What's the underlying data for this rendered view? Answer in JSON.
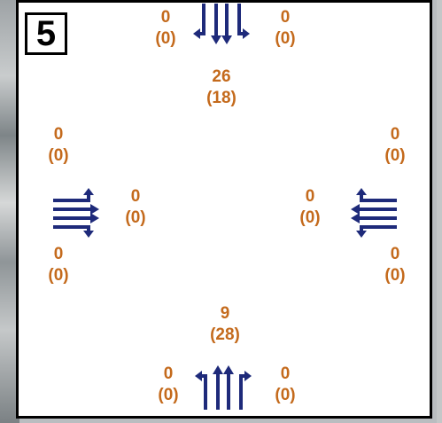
{
  "badge": {
    "label": "5"
  },
  "colors": {
    "volume_text": "#c46a1c",
    "arrow": "#1e2a7a",
    "panel_border": "#000000"
  },
  "north": {
    "left": {
      "value": "0",
      "paren": "(0)"
    },
    "right": {
      "value": "0",
      "paren": "(0)"
    },
    "approach": {
      "value": "26",
      "paren": "(18)"
    },
    "arrow_icon": "southbound-left-through-right-arrows-icon"
  },
  "west": {
    "top": {
      "value": "0",
      "paren": "(0)"
    },
    "approach": {
      "value": "0",
      "paren": "(0)"
    },
    "bottom": {
      "value": "0",
      "paren": "(0)"
    },
    "arrow_icon": "eastbound-left-through-right-arrows-icon"
  },
  "east": {
    "top": {
      "value": "0",
      "paren": "(0)"
    },
    "approach": {
      "value": "0",
      "paren": "(0)"
    },
    "bottom": {
      "value": "0",
      "paren": "(0)"
    },
    "arrow_icon": "westbound-left-through-right-arrows-icon"
  },
  "south": {
    "approach": {
      "value": "9",
      "paren": "(28)"
    },
    "left": {
      "value": "0",
      "paren": "(0)"
    },
    "right": {
      "value": "0",
      "paren": "(0)"
    },
    "arrow_icon": "northbound-left-through-right-arrows-icon"
  }
}
